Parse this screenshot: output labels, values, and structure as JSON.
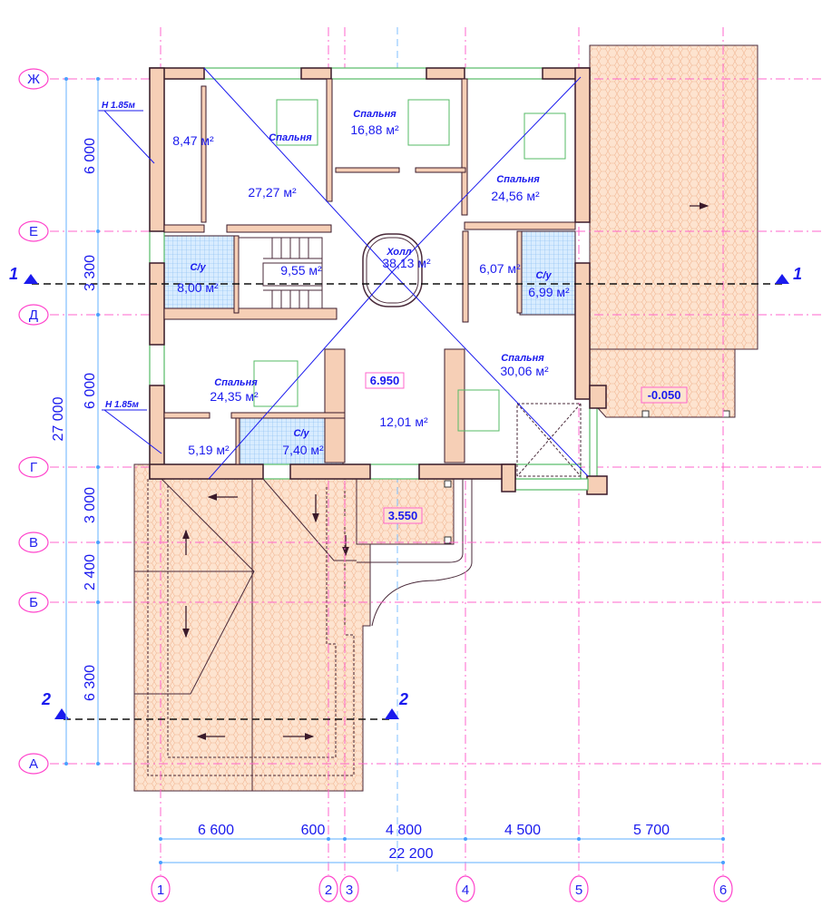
{
  "axes": {
    "rows": [
      "Ж",
      "Е",
      "Д",
      "Г",
      "В",
      "Б",
      "А"
    ],
    "columns": [
      "1",
      "2",
      "3",
      "4",
      "5",
      "6"
    ]
  },
  "dimensions": {
    "vertical": [
      "6 000",
      "3 300",
      "6 000",
      "3 000",
      "2 400",
      "6 300"
    ],
    "vertical_total": "27 000",
    "horizontal": [
      "6 600",
      "600",
      "4 800",
      "4 500",
      "5 700"
    ],
    "horizontal_total": "22 200"
  },
  "sections": [
    "1",
    "1",
    "2",
    "2"
  ],
  "notes": {
    "height_1": "Н 1.85м",
    "height_2": "Н 1.85м"
  },
  "rooms": {
    "closet_nw": {
      "area": "8,47 м²"
    },
    "bedroom_nw": {
      "name": "Спальня",
      "area": "27,27 м²"
    },
    "bedroom_n": {
      "name": "Спальня",
      "area": "16,88 м²"
    },
    "bedroom_ne": {
      "name": "Спальня",
      "area": "24,56 м²"
    },
    "bath_w": {
      "name": "С/у",
      "area": "8,00 м²"
    },
    "stair": {
      "area": "9,55 м²"
    },
    "hall": {
      "name": "Холл",
      "area": "38,13 м²"
    },
    "closet_e": {
      "area": "6,07 м²"
    },
    "bath_e": {
      "name": "С/у",
      "area": "6,99 м²"
    },
    "bedroom_se": {
      "name": "Спальня",
      "area": "30,06 м²"
    },
    "bedroom_sw": {
      "name": "Спальня",
      "area": "24,35 м²"
    },
    "hall_s": {
      "area": "12,01 м²"
    },
    "closet_sw": {
      "area": "5,19 м²"
    },
    "bath_s": {
      "name": "С/у",
      "area": "7,40 м²"
    }
  },
  "levels": {
    "floor": "6.950",
    "balcony": "3.550",
    "terrace": "-0.050"
  }
}
